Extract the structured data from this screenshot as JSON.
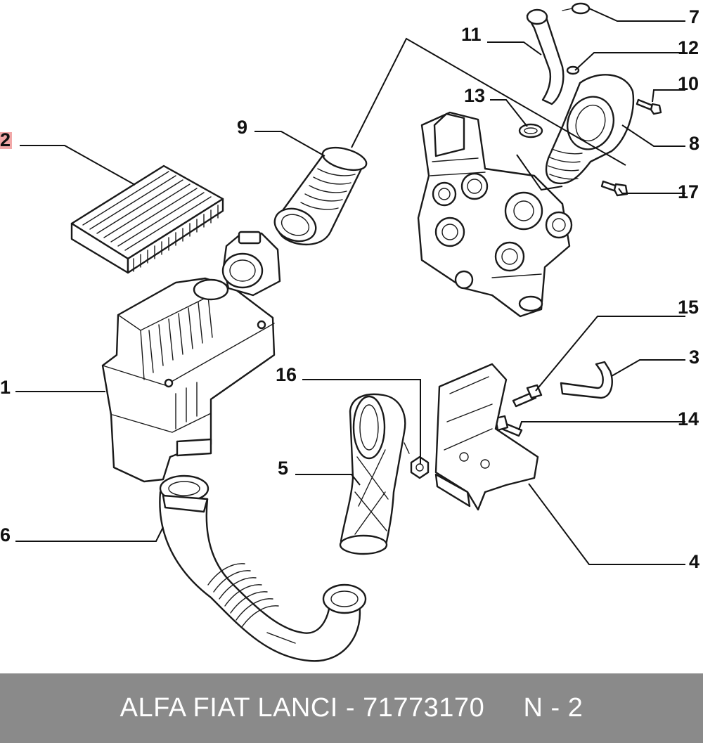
{
  "callouts": {
    "c1": "1",
    "c2": "2",
    "c3": "3",
    "c4": "4",
    "c5": "5",
    "c6": "6",
    "c7": "7",
    "c8": "8",
    "c9": "9",
    "c10": "10",
    "c11": "11",
    "c12": "12",
    "c13": "13",
    "c14": "14",
    "c15": "15",
    "c16": "16",
    "c17": "17"
  },
  "highlighted_callout": "2",
  "colors": {
    "highlight": "#f2a8a8",
    "footer_bg": "#8a8a8a",
    "footer_text": "#ffffff"
  },
  "footer": {
    "text": "ALFA FIAT LANCI - 71773170     N - 2"
  }
}
